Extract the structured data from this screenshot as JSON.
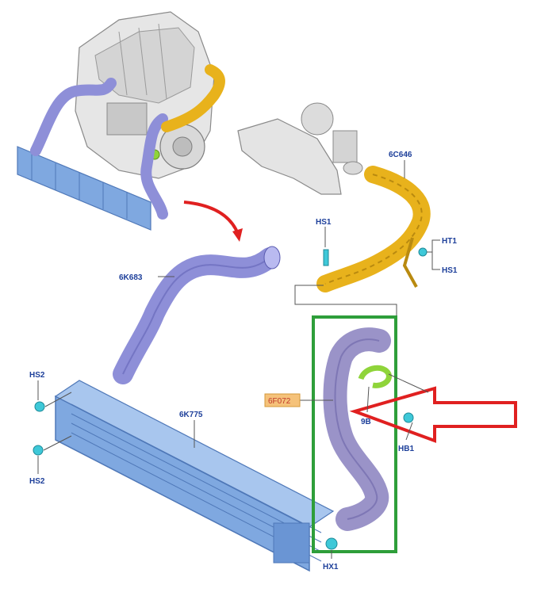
{
  "labels": {
    "p_6c646": "6C646",
    "p_hs1_top": "HS1",
    "p_ht1": "HT1",
    "p_hs1_right": "HS1",
    "p_6k683": "6K683",
    "p_hs2_top": "HS2",
    "p_hs2_bottom": "HS2",
    "p_6k775": "6K775",
    "p_6f072": "6F072",
    "p_9b": "9B",
    "p_hb1": "HB1",
    "p_hx1": "HX1"
  },
  "colors": {
    "hose_purple": "#8e8fd8",
    "hose_dark": "#5a5bb0",
    "pipe_yellow": "#e8b21c",
    "pipe_yellow_dark": "#b98a10",
    "intercooler": "#7fa8e0",
    "intercooler_dark": "#4f78b8",
    "clip_cyan": "#3ec8d8",
    "clamp_green": "#8fd43a",
    "highlight_box": "#2e9e3a",
    "arrow_red": "#e02020",
    "label_blue": "#1d3f9a",
    "label_tag_bg": "#f5c27a",
    "engine_gray": "#cfcfcf",
    "selected_hose": "#9a93c8"
  }
}
